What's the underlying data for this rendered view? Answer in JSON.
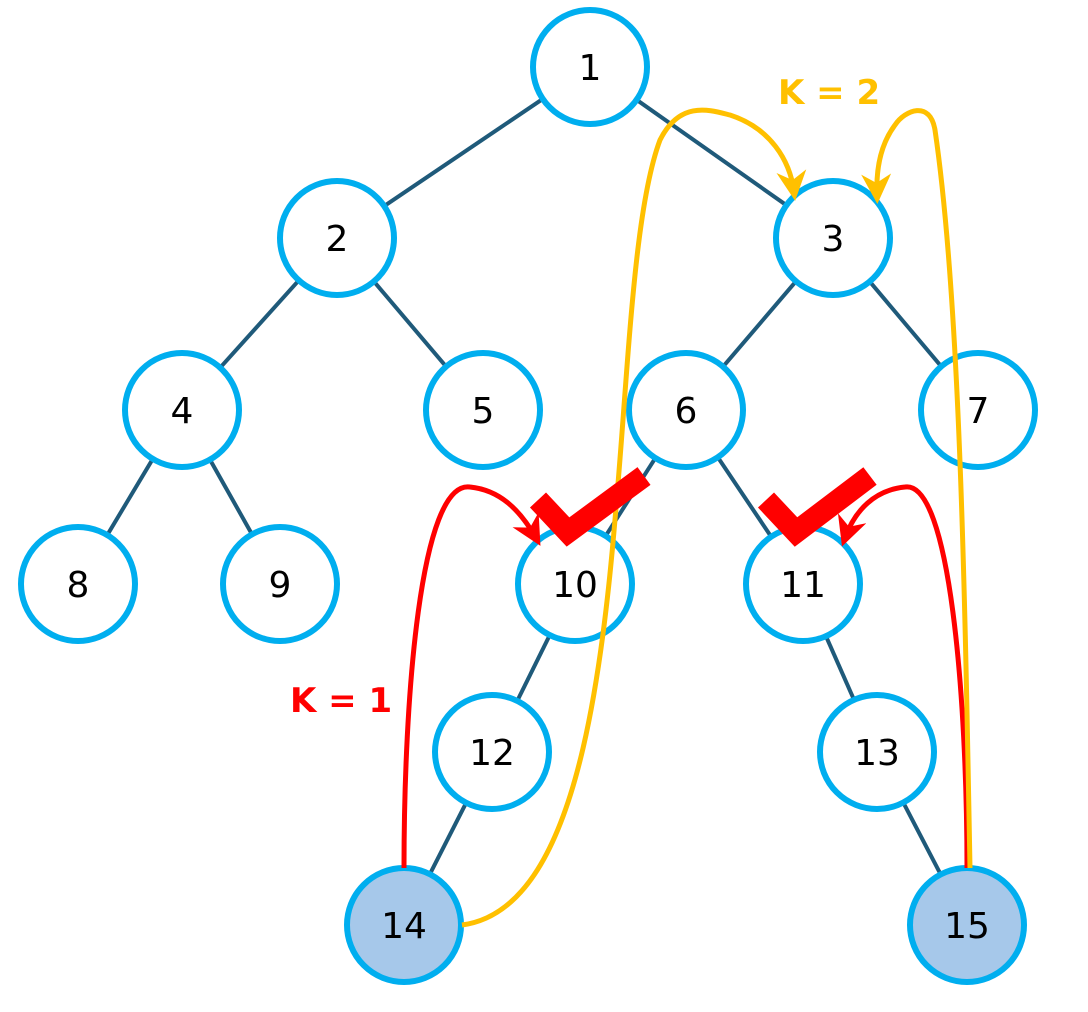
{
  "colors": {
    "node_stroke": "#00aeef",
    "node_fill": "#ffffff",
    "highlight_fill": "#a6c8ea",
    "edge": "#1f5a7a",
    "k1": "#ff0000",
    "k2": "#ffc000",
    "text": "#000000"
  },
  "nodes": [
    {
      "id": "1",
      "label": "1",
      "highlight": false
    },
    {
      "id": "2",
      "label": "2",
      "highlight": false
    },
    {
      "id": "3",
      "label": "3",
      "highlight": false
    },
    {
      "id": "4",
      "label": "4",
      "highlight": false
    },
    {
      "id": "5",
      "label": "5",
      "highlight": false
    },
    {
      "id": "6",
      "label": "6",
      "highlight": false
    },
    {
      "id": "7",
      "label": "7",
      "highlight": false
    },
    {
      "id": "8",
      "label": "8",
      "highlight": false
    },
    {
      "id": "9",
      "label": "9",
      "highlight": false
    },
    {
      "id": "10",
      "label": "10",
      "highlight": false
    },
    {
      "id": "11",
      "label": "11",
      "highlight": false
    },
    {
      "id": "12",
      "label": "12",
      "highlight": false
    },
    {
      "id": "13",
      "label": "13",
      "highlight": false
    },
    {
      "id": "14",
      "label": "14",
      "highlight": true
    },
    {
      "id": "15",
      "label": "15",
      "highlight": true
    }
  ],
  "edges": [
    {
      "from": "1",
      "to": "2"
    },
    {
      "from": "1",
      "to": "3"
    },
    {
      "from": "2",
      "to": "4"
    },
    {
      "from": "2",
      "to": "5"
    },
    {
      "from": "3",
      "to": "6"
    },
    {
      "from": "3",
      "to": "7"
    },
    {
      "from": "4",
      "to": "8"
    },
    {
      "from": "4",
      "to": "9"
    },
    {
      "from": "6",
      "to": "10"
    },
    {
      "from": "6",
      "to": "11"
    },
    {
      "from": "10",
      "to": "12"
    },
    {
      "from": "11",
      "to": "13"
    },
    {
      "from": "12",
      "to": "14"
    },
    {
      "from": "13",
      "to": "15"
    }
  ],
  "jumps": [
    {
      "from": "14",
      "to": "10",
      "label": "K = 1",
      "color": "k1"
    },
    {
      "from": "15",
      "to": "11",
      "label": "K = 1",
      "color": "k1"
    },
    {
      "from": "14",
      "to": "3",
      "label": "K = 2",
      "color": "k2"
    },
    {
      "from": "15",
      "to": "3",
      "label": "K = 2",
      "color": "k2"
    }
  ],
  "checked_nodes": [
    "10",
    "11"
  ],
  "labels": {
    "k1": "K = 1",
    "k2": "K = 2"
  }
}
